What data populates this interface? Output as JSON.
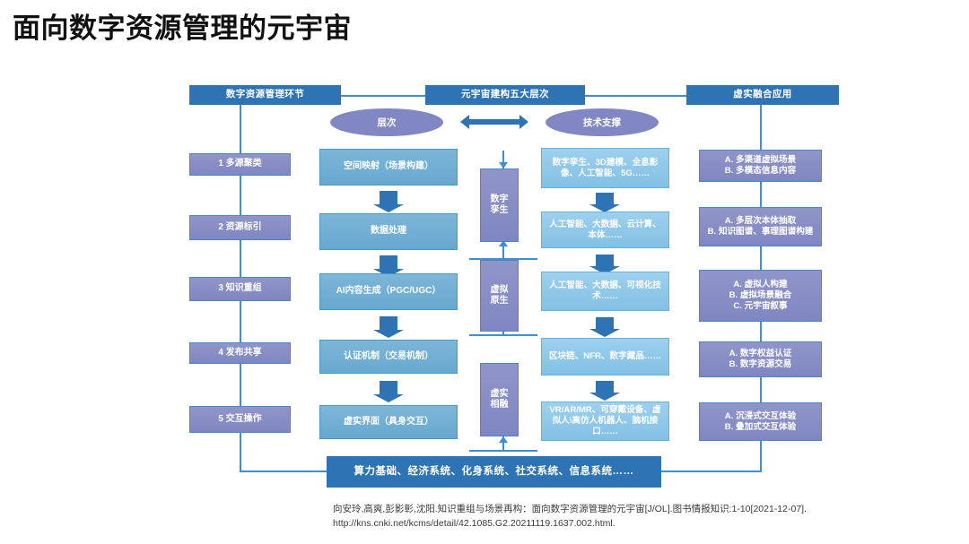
{
  "page": {
    "title": "面向数字资源管理的元宇宙",
    "colors": {
      "header_blue": "#2E74B5",
      "purple": "#8187C2",
      "medium_blue": "#6FB0D4",
      "light_blue": "#8FC8E8",
      "connector_blue": "#3F8FD0"
    }
  },
  "headers": {
    "left": "数字资源管理环节",
    "center": "元宇宙建构五大层次",
    "right": "虚实融合应用"
  },
  "ovals": {
    "levels": "层次",
    "tech": "技术支撑"
  },
  "left_column": [
    "1 多源聚类",
    "2 资源标引",
    "3 知识重组",
    "4 发布共享",
    "5 交互操作"
  ],
  "process_column": [
    "空间映射（场景构建）",
    "数据处理",
    "AI内容生成（PGC/UGC）",
    "认证机制（交易机制）",
    "虚实界面（具身交互）"
  ],
  "layer_column": [
    "数字\n孪生",
    "虚拟\n原生",
    "虚实\n相融"
  ],
  "tech_column": [
    "数字孪生、3D建模、全息影像、人工智能、5G……",
    "人工智能、大数据、云计算、本体……",
    "人工智能、大数据、可视化技术……",
    "区块链、NFR、数字藏品……",
    "VR/AR/MR、可穿戴设备、虚拟人\\高仿人机器人、脑机接口……"
  ],
  "application_column": [
    "A. 多渠道虚拟场景\nB. 多模态信息内容",
    "A. 多层次本体抽取\nB. 知识图谱、事理图谱构建",
    "A. 虚拟人构建\nB. 虚拟场景融合\nC. 元宇宙叙事",
    "A. 数字权益认证\nB. 数字资源交易",
    "A. 沉浸式交互体验\nB. 叠加式交互体验"
  ],
  "bottom_bar": "算力基础、经济系统、化身系统、社交系统、信息系统……",
  "citation": {
    "line1": "向安玲,高爽,彭影彰,沈阳.知识重组与场景再构：面向数字资源管理的元宇宙[J/OL].图书情报知识:1-10[2021-12-07].",
    "line2": "http://kns.cnki.net/kcms/detail/42.1085.G2.20211119.1637.002.html."
  }
}
